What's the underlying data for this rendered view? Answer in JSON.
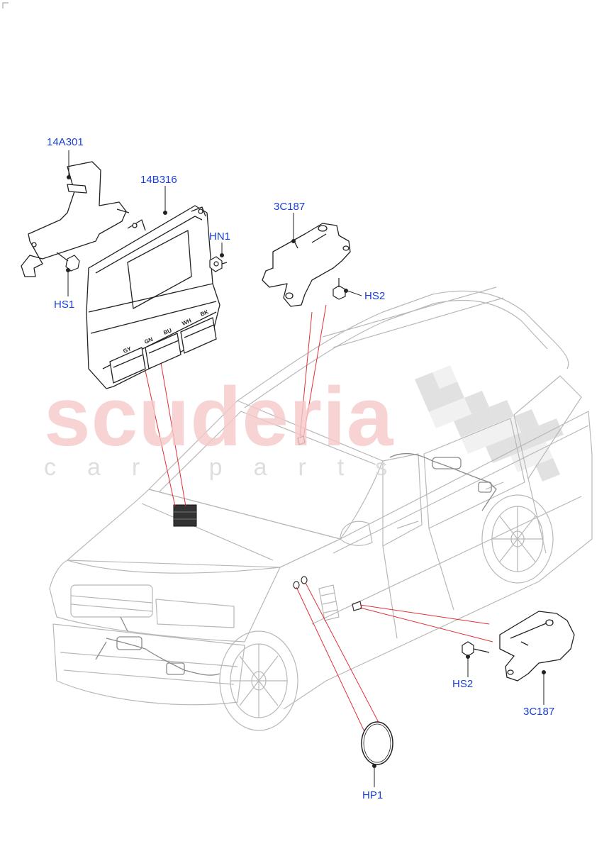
{
  "watermark": {
    "brand": "scuderia",
    "tagline": "car parts"
  },
  "callouts": [
    {
      "id": "c1",
      "label": "14A301"
    },
    {
      "id": "c2",
      "label": "14B316"
    },
    {
      "id": "c3",
      "label": "HN1"
    },
    {
      "id": "c4",
      "label": "HS1"
    },
    {
      "id": "c5",
      "label": "3C187"
    },
    {
      "id": "c6",
      "label": "HS2"
    },
    {
      "id": "c7",
      "label": "HS2"
    },
    {
      "id": "c8",
      "label": "3C187"
    },
    {
      "id": "c9",
      "label": "HP1"
    }
  ],
  "module_pin_labels": [
    "GY",
    "GN",
    "BU",
    "WH",
    "BK"
  ],
  "colors": {
    "callout_text": "#1a3fd6",
    "leader_line": "#e0303a",
    "part_outline": "#222222",
    "vehicle_outline": "#b8b8b8",
    "watermark_red": "#f6c9c9",
    "watermark_grey": "#d4d4d4"
  }
}
